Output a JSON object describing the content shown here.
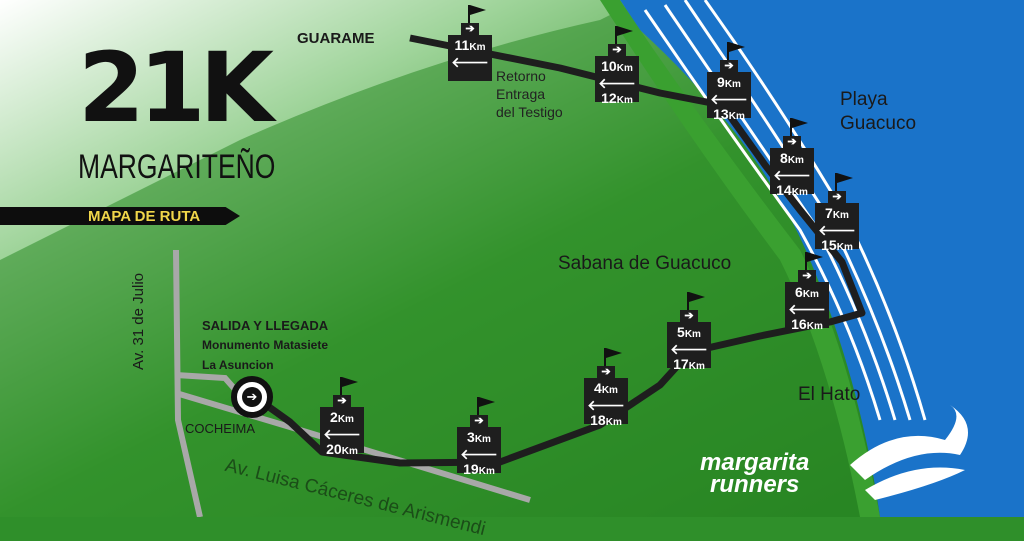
{
  "logo": {
    "title": "21K",
    "subtitle": "MARGARITEÑO",
    "banner": "MAPA DE RUTA"
  },
  "places": {
    "guarame": "GUARAME",
    "retorno": "Retorno",
    "entraga": "Entraga",
    "testigo": "del Testigo",
    "playa1": "Playa",
    "playa2": "Guacuco",
    "sabana": "Sabana de Guacuco",
    "hato": "El Hato",
    "cocheima": "COCHEIMA"
  },
  "streets": {
    "av31": "Av. 31 de Julio",
    "luisa": "Av. Luisa Cáceres de Arismendi"
  },
  "start": {
    "line1": "SALIDA Y LLEGADA",
    "line2": "Monumento Matasiete",
    "line3": "La Asuncion",
    "arrow": "➔"
  },
  "arrows": {
    "right": "➔",
    "left": "🡐"
  },
  "unit": "Km",
  "markers": [
    {
      "out": "11",
      "back": ""
    },
    {
      "out": "10",
      "back": "12"
    },
    {
      "out": "9",
      "back": "13"
    },
    {
      "out": "8",
      "back": "14"
    },
    {
      "out": "7",
      "back": "15"
    },
    {
      "out": "6",
      "back": "16"
    },
    {
      "out": "5",
      "back": "17"
    },
    {
      "out": "4",
      "back": "18"
    },
    {
      "out": "3",
      "back": "19"
    },
    {
      "out": "2",
      "back": "20"
    }
  ],
  "brand": {
    "line1": "margarita",
    "line2": "runners"
  },
  "colors": {
    "grass": "#2f8f2a",
    "sea": "#1a73c9",
    "route": "#1e1e1e",
    "road": "#a8a8a8",
    "banner_text": "#f0d64a"
  }
}
